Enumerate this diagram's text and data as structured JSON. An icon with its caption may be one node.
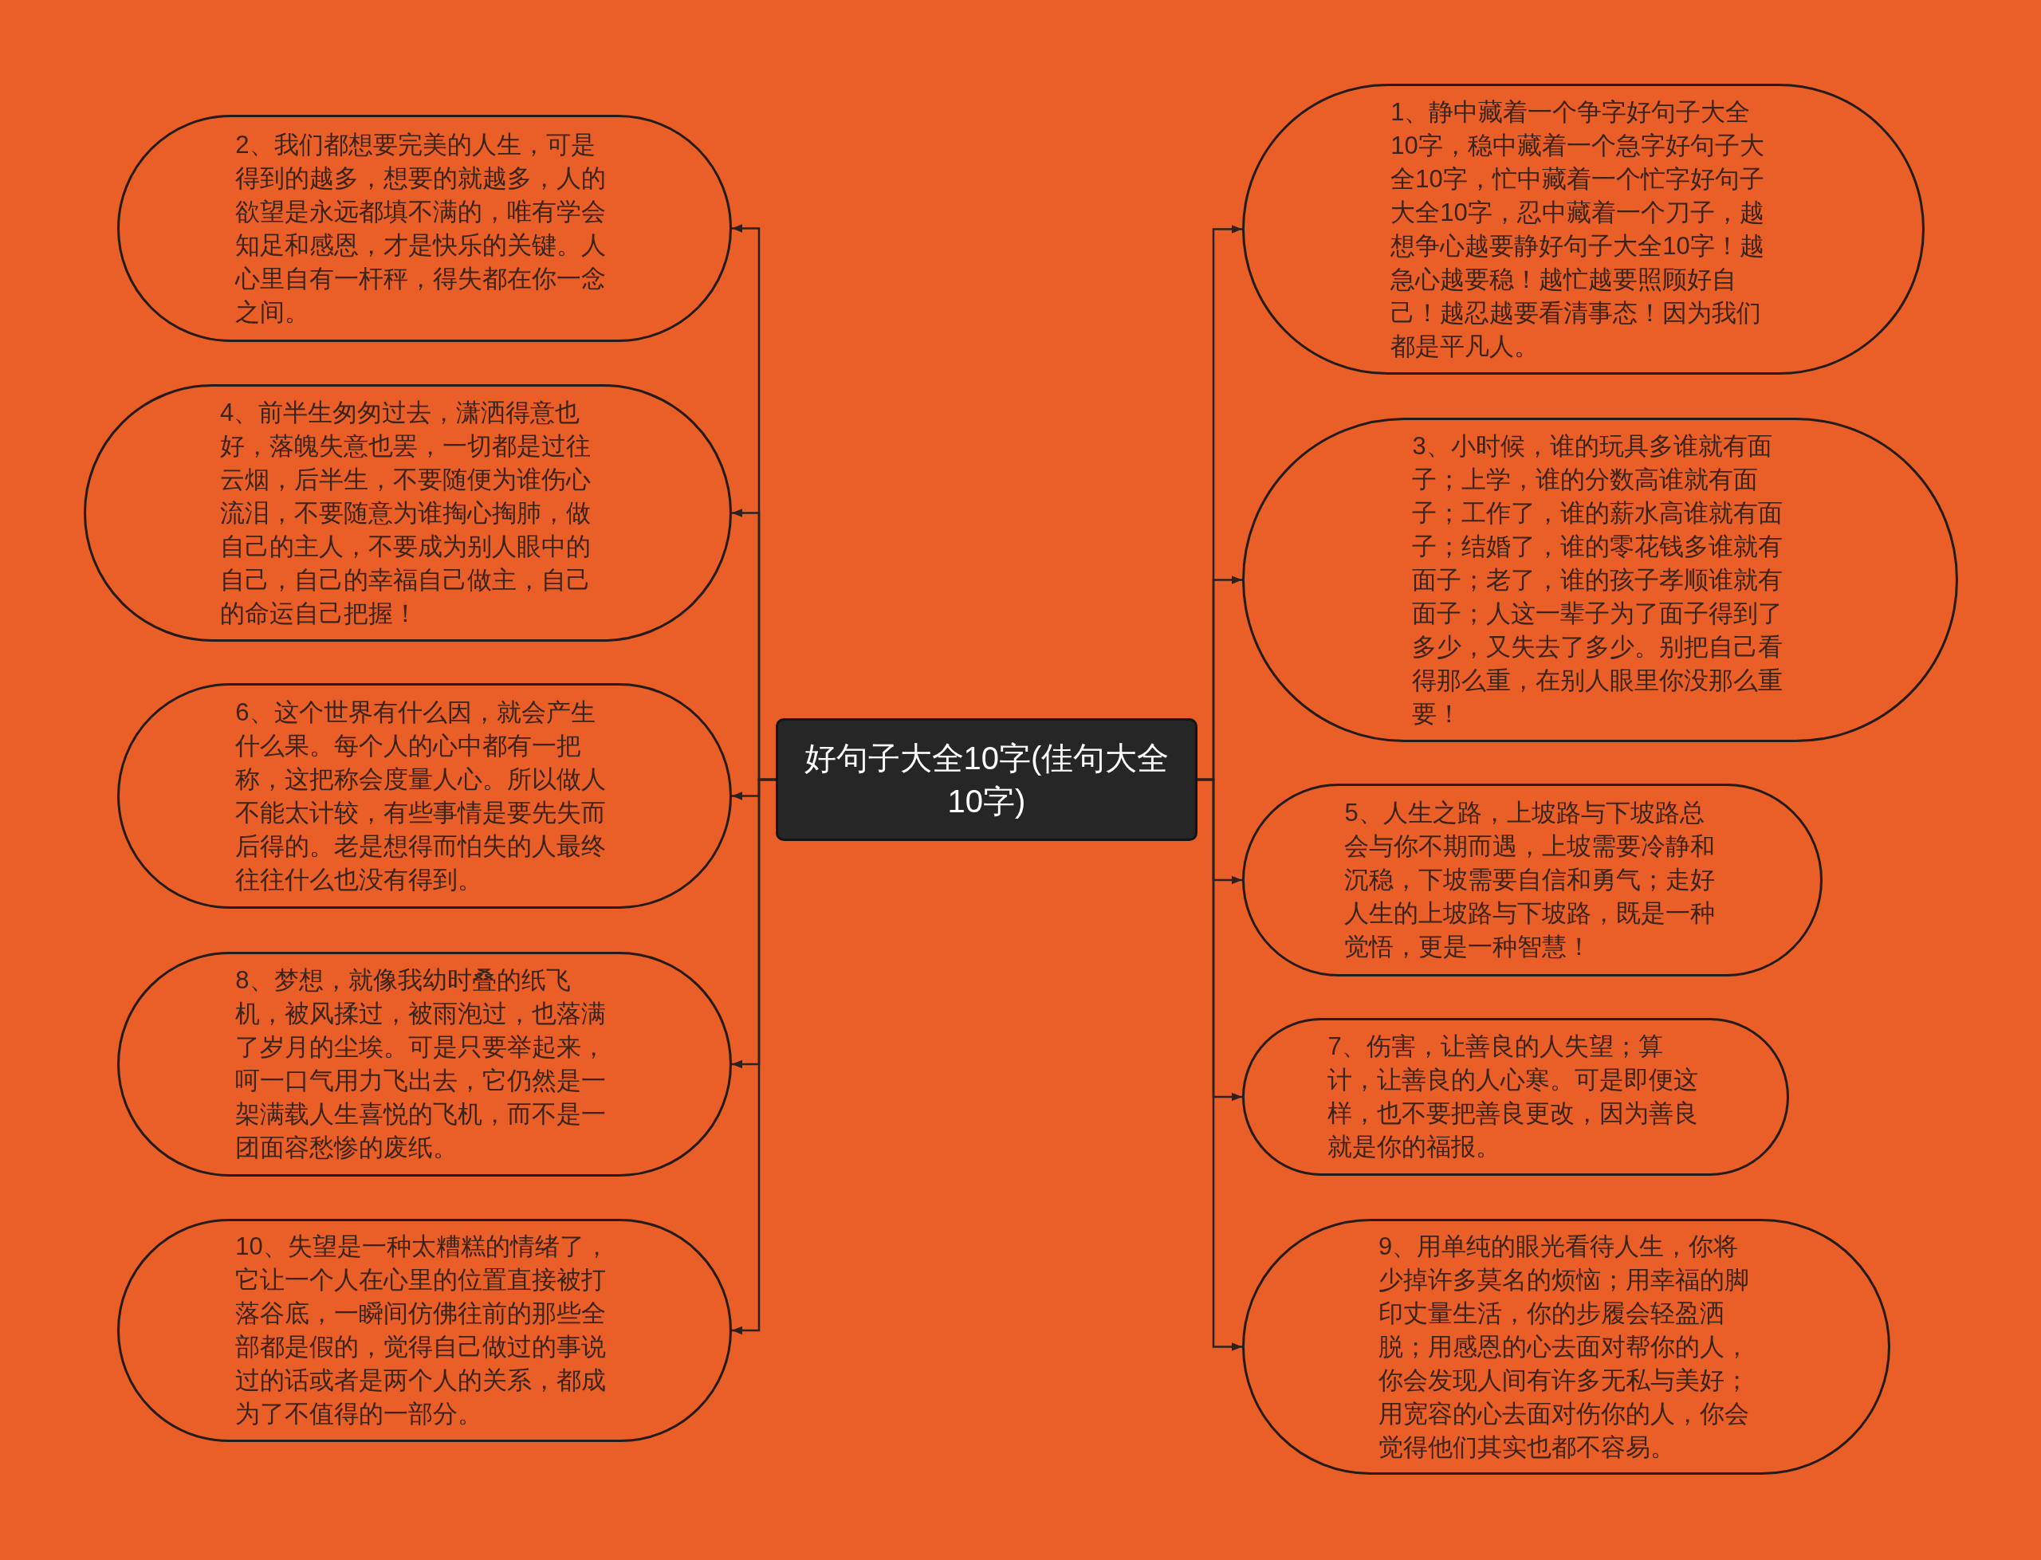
{
  "diagram": {
    "nodes": [
      {
        "text": [
          "好句子大全10字(佳句大全10字)"
        ]
      },
      {
        "text": [
          "1、静中藏着一个争字好句子大全10字，稳中藏着一个急字好句子大全10字，忙中藏着一个忙字好句子大全10字，忍中藏着一个刀子，越想争心越要静好句子大全10字！越急心越要稳！越忙越要照顾好自己！越忍越要看清事态！因为我们都是平凡人。"
        ]
      },
      {
        "text": [
          "2、我们都想要完美的人生，可是得到的越多，想要的就越多，人的欲望是永远都填不满的，唯有学会知足和感恩，才是快乐的关键。人心里自有一杆秤，得失都在你一念之间。"
        ]
      },
      {
        "text": [
          "3、小时候，谁的玩具多谁就有面子；上学，谁的分数高谁就有面子；工作了，谁的薪水高谁就有面子；结婚了，谁的零花钱多谁就有面子；老了，谁的孩子孝顺谁就有面子；人这一辈子为了面子得到了多少，又失去了多少。别把自己看得那么重，在别人眼里你没那么重要！"
        ]
      },
      {
        "text": [
          "4、前半生匆匆过去，潇洒得意也好，落魄失意也罢，一切都是过往云烟，后半生，不要随便为谁伤心流泪，不要随意为谁掏心掏肺，做自己的主人，不要成为别人眼中的自己，自己的幸福自己做主，自己的命运自己把握！"
        ]
      },
      {
        "text": [
          "5、人生之路，上坡路与下坡路总会与你不期而遇，上坡需要冷静和沉稳，下坡需要自信和勇气；走好人生的上坡路与下坡路，既是一种觉悟，更是一种智慧！"
        ]
      },
      {
        "text": [
          "6、这个世界有什么因，就会产生什么果。每个人的心中都有一把称，这把称会度量人心。所以做人不能太计较，有些事情是要先失而后得的。老是想得而怕失的人最终往往什么也没有得到。"
        ]
      },
      {
        "text": [
          "7、伤害，让善良的人失望；算计，让善良的人心寒。可是即便这样，也不要把善良更改，因为善良就是你的福报。"
        ]
      },
      {
        "text": [
          "8、梦想，就像我幼时叠的纸飞机，被风揉过，被雨泡过，也落满了岁月的尘埃。可是只要举起来，呵一口气用力飞出去，它仍然是一架满载人生喜悦的飞机，而不是一团面容愁惨的废纸。"
        ]
      },
      {
        "text": [
          "9、用单纯的眼光看待人生，你将少掉许多莫名的烦恼；用幸福的脚印丈量生活，你的步履会轻盈洒脱；用感恩的心去面对帮你的人，你会发现人间有许多无私与美好；用宽容的心去面对伤你的人，你会觉得他们其实也都不容易。"
        ]
      },
      {
        "text": [
          "10、失望是一种太糟糕的情绪了，它让一个人在心里的位置直接被打落谷底，一瞬间仿佛往前的那些全部都是假的，觉得自己做过的事说过的话或者是两个人的关系，都成为了不值得的一部分。"
        ]
      }
    ],
    "edges": [
      {
        "from": 0,
        "to": 1,
        "arrow": "to"
      },
      {
        "from": 0,
        "to": 2,
        "arrow": "to"
      },
      {
        "from": 0,
        "to": 3,
        "arrow": "to"
      },
      {
        "from": 0,
        "to": 4,
        "arrow": "to"
      },
      {
        "from": 0,
        "to": 5,
        "arrow": "to"
      },
      {
        "from": 0,
        "to": 6,
        "arrow": "to"
      },
      {
        "from": 0,
        "to": 7,
        "arrow": "to"
      },
      {
        "from": 0,
        "to": 8,
        "arrow": "to"
      },
      {
        "from": 0,
        "to": 9,
        "arrow": "to"
      },
      {
        "from": 0,
        "to": 10,
        "arrow": "to"
      }
    ]
  }
}
